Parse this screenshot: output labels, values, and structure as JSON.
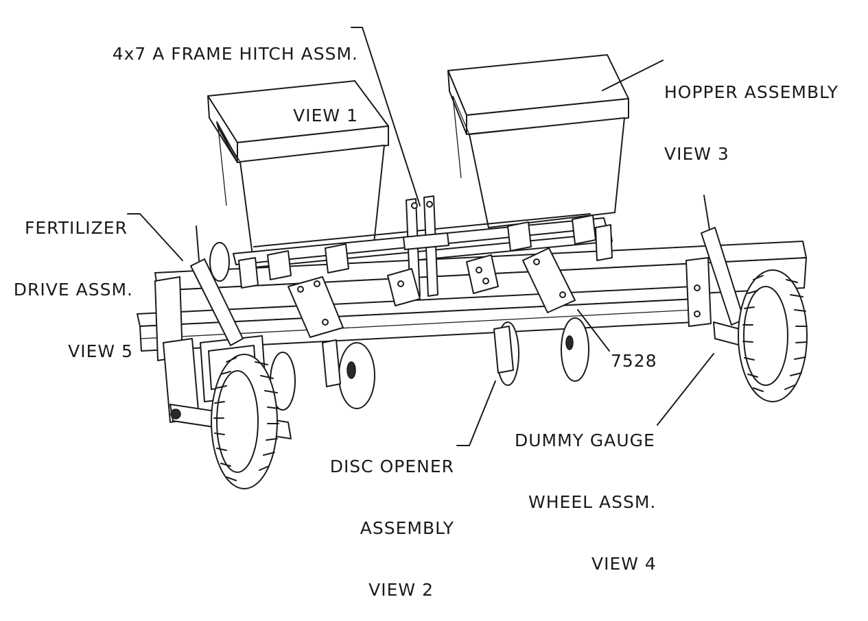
{
  "callouts": {
    "hitch": {
      "line1": "4x7 A FRAME HITCH ASSM.",
      "line2": "VIEW 1"
    },
    "hopper": {
      "line1": "HOPPER ASSEMBLY",
      "line2": "VIEW 3"
    },
    "fertilizer": {
      "line1": "FERTILIZER",
      "line2": "DRIVE ASSM.",
      "line3": "VIEW 5"
    },
    "disc_opener": {
      "line1": "DISC OPENER",
      "line2": "ASSEMBLY",
      "line3": "VIEW 2"
    },
    "gauge_wheel": {
      "line1": "DUMMY GAUGE",
      "line2": "WHEEL ASSM.",
      "line3": "VIEW 4"
    },
    "part_number": "7528"
  }
}
